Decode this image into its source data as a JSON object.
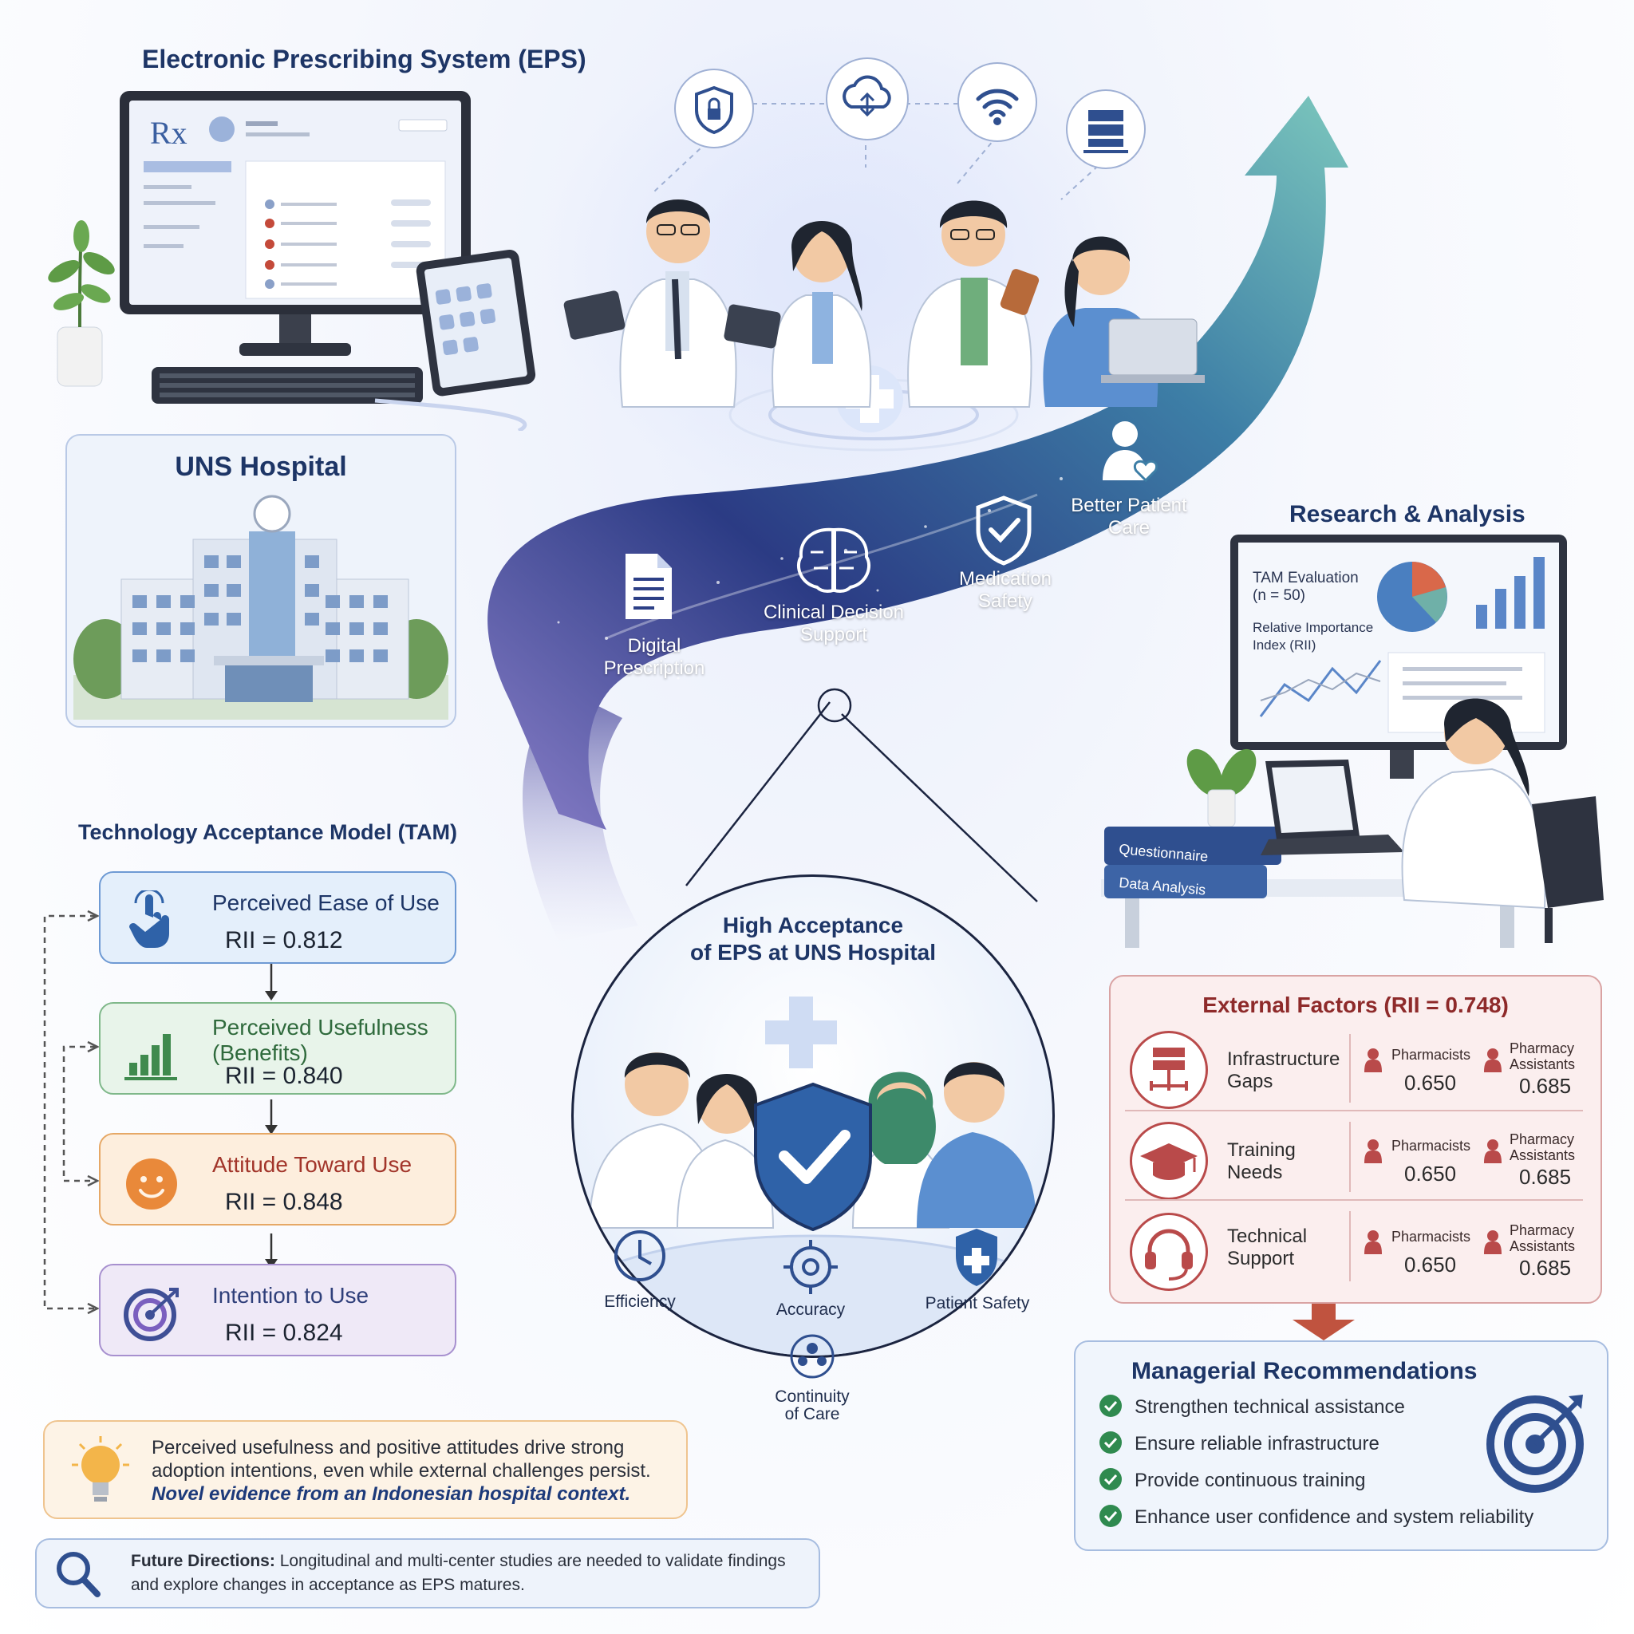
{
  "eps": {
    "title": "Electronic Prescribing System (EPS)",
    "rx_logo": "Rx"
  },
  "hospital": {
    "title": "UNS Hospital"
  },
  "journey": {
    "steps": [
      {
        "label": "Digital Prescription",
        "icon": "document-icon"
      },
      {
        "label": "Clinical Decision Support",
        "icon": "brain-icon"
      },
      {
        "label": "Medication Safety",
        "icon": "shield-check-icon"
      },
      {
        "label": "Better Patient Care",
        "icon": "patient-heart-icon"
      }
    ],
    "tech_icons": [
      "lock-shield-icon",
      "cloud-sync-icon",
      "wifi-icon",
      "server-icon"
    ]
  },
  "research": {
    "title": "Research & Analysis",
    "screen_line1": "TAM Evaluation",
    "screen_line2": "(n = 50)",
    "screen_line3": "Relative Importance",
    "screen_line4": "Index (RII)",
    "book1": "Questionnaire",
    "book2": "Data Analysis"
  },
  "tam": {
    "title": "Technology Acceptance Model (TAM)",
    "items": [
      {
        "label": "Perceived Ease of Use",
        "value": "RII = 0.812",
        "icon": "hand-pointer-icon",
        "color": "#2f62a8"
      },
      {
        "label_line1": "Perceived Usefulness",
        "label_line2": "(Benefits)",
        "value": "RII = 0.840",
        "icon": "bar-chart-icon",
        "color": "#3f8a4e"
      },
      {
        "label": "Attitude Toward Use",
        "value": "RII = 0.848",
        "icon": "smiley-icon",
        "color": "#a2352a"
      },
      {
        "label": "Intention to Use",
        "value": "RII = 0.824",
        "icon": "target-icon",
        "color": "#2f3f7a"
      }
    ]
  },
  "acceptance": {
    "title_line1": "High Acceptance",
    "title_line2": "of EPS at UNS Hospital",
    "benefits": [
      {
        "label": "Efficiency",
        "icon": "clock-icon"
      },
      {
        "label": "Accuracy",
        "icon": "crosshair-icon"
      },
      {
        "label": "Patient Safety",
        "icon": "medical-shield-icon"
      },
      {
        "label_line1": "Continuity",
        "label_line2": "of Care",
        "icon": "team-cycle-icon"
      }
    ]
  },
  "external": {
    "title": "External Factors (RII = 0.748)",
    "group1_label": "Pharmacists",
    "group2_line1": "Pharmacy",
    "group2_line2": "Assistants",
    "rows": [
      {
        "name_line1": "Infrastructure",
        "name_line2": "Gaps",
        "icon": "server-network-icon",
        "pharmacists": "0.650",
        "assistants": "0.685"
      },
      {
        "name_line1": "Training",
        "name_line2": "Needs",
        "icon": "graduation-cap-icon",
        "pharmacists": "0.650",
        "assistants": "0.685"
      },
      {
        "name_line1": "Technical",
        "name_line2": "Support",
        "icon": "headset-icon",
        "pharmacists": "0.650",
        "assistants": "0.685"
      }
    ]
  },
  "recommendations": {
    "title": "Managerial Recommendations",
    "items": [
      "Strengthen technical assistance",
      "Ensure reliable infrastructure",
      "Provide continuous training",
      "Enhance user confidence and system reliability"
    ]
  },
  "insight": {
    "line1": "Perceived usefulness and positive attitudes drive strong",
    "line2": "adoption intentions, even while external challenges persist.",
    "line3": "Novel evidence from an Indonesian hospital context."
  },
  "future": {
    "line1_bold": "Future Directions:",
    "line1_rest": " Longitudinal and multi-center studies are needed to validate findings",
    "line2": "and explore changes in acceptance as EPS matures."
  },
  "colors": {
    "navy": "#1d3566",
    "tam_blue": "#e4effb",
    "tam_green": "#e8f4ea",
    "tam_orange": "#fdeedd",
    "tam_purple": "#efe9f7",
    "external_red": "#b94a4a",
    "rec_green": "#2f8a4f",
    "stream_teal": "#4ea7a6",
    "stream_indigo": "#2c3f86"
  }
}
